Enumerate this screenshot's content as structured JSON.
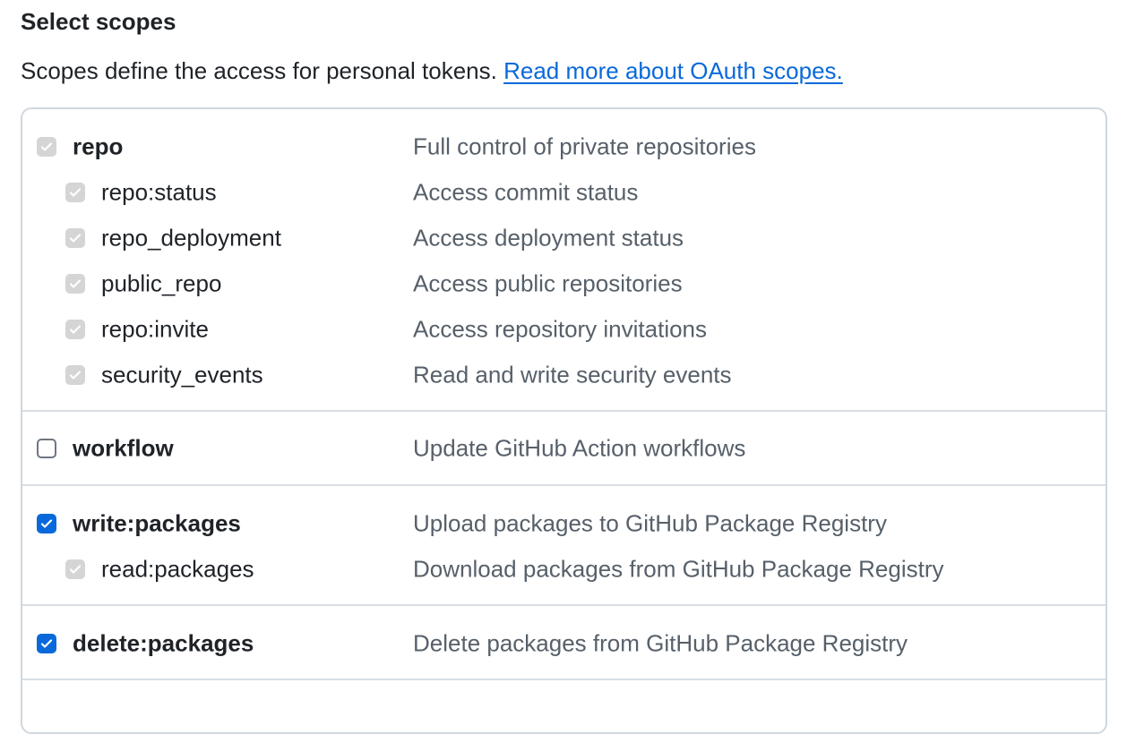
{
  "section": {
    "title": "Select scopes",
    "description": "Scopes define the access for personal tokens.",
    "link_text": "Read more about OAuth scopes."
  },
  "icons": {
    "check": "checkmark-icon"
  },
  "colors": {
    "link": "#0969da",
    "checked": "#0969da",
    "disabled": "#d5d5d5",
    "border": "#d0d7de",
    "muted": "#57606a"
  },
  "groups": [
    {
      "scopes": [
        {
          "name": "repo",
          "description": "Full control of private repositories",
          "state": "disabled-checked",
          "level": "top"
        },
        {
          "name": "repo:status",
          "description": "Access commit status",
          "state": "disabled-checked",
          "level": "sub"
        },
        {
          "name": "repo_deployment",
          "description": "Access deployment status",
          "state": "disabled-checked",
          "level": "sub"
        },
        {
          "name": "public_repo",
          "description": "Access public repositories",
          "state": "disabled-checked",
          "level": "sub"
        },
        {
          "name": "repo:invite",
          "description": "Access repository invitations",
          "state": "disabled-checked",
          "level": "sub"
        },
        {
          "name": "security_events",
          "description": "Read and write security events",
          "state": "disabled-checked",
          "level": "sub"
        }
      ]
    },
    {
      "scopes": [
        {
          "name": "workflow",
          "description": "Update GitHub Action workflows",
          "state": "unchecked",
          "level": "top"
        }
      ]
    },
    {
      "scopes": [
        {
          "name": "write:packages",
          "description": "Upload packages to GitHub Package Registry",
          "state": "checked",
          "level": "top"
        },
        {
          "name": "read:packages",
          "description": "Download packages from GitHub Package Registry",
          "state": "disabled-checked",
          "level": "sub"
        }
      ]
    },
    {
      "scopes": [
        {
          "name": "delete:packages",
          "description": "Delete packages from GitHub Package Registry",
          "state": "checked",
          "level": "top"
        }
      ]
    }
  ]
}
